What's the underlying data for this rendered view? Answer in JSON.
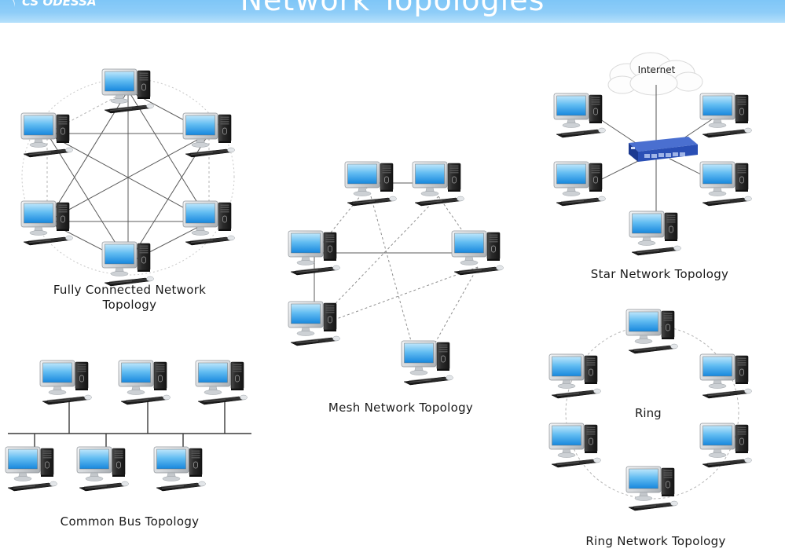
{
  "header": {
    "title": "Network Topologies",
    "logo_text": "CS ODESSA",
    "logo_icon": "swoosh-icon",
    "bg_color_top": "#7ec6f7",
    "bg_color_bottom": "#b6e0fb"
  },
  "colors": {
    "screen_top": "#bfe6fb",
    "screen_bottom": "#1787dd",
    "tower": "#2b2b2b",
    "bezel": "#d7dadd",
    "link_solid": "#555555",
    "link_dashed": "#9a9a9a",
    "switch_blue": "#2a4fb5",
    "caption_text": "#1a1a1a"
  },
  "diagrams": [
    {
      "id": "fully-connected",
      "caption": "Fully Connected Network\nTopology",
      "node_count": 6,
      "description": "six-computers-hexagon-all-to-all"
    },
    {
      "id": "common-bus",
      "caption": "Common Bus Topology",
      "node_count": 6,
      "description": "three-computers-above-three-below-shared-backbone"
    },
    {
      "id": "mesh",
      "caption": "Mesh Network Topology",
      "node_count": 6,
      "description": "six-computers-partial-mesh"
    },
    {
      "id": "star",
      "caption": "Star Network Topology",
      "node_count": 5,
      "center_device": "network-switch",
      "cloud_label": "Internet",
      "description": "five-computers-around-central-switch-uplink-to-internet"
    },
    {
      "id": "ring",
      "caption": "Ring Network Topology",
      "center_label": "Ring",
      "node_count": 6,
      "description": "six-computers-in-a-circle-dashed-ring-link"
    }
  ]
}
